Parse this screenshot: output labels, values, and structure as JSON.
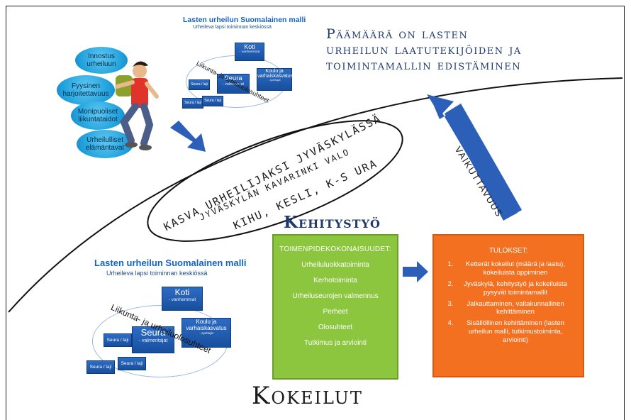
{
  "top_model": {
    "title": "Lasten urheilun Suomalainen malli",
    "subtitle": "Urheileva lapsi toiminnan keskiössä"
  },
  "bottom_model": {
    "title": "Lasten urheilun Suomalainen malli",
    "subtitle": "Urheileva lapsi toiminnan keskiössä"
  },
  "model_boxes": {
    "koti": "Koti",
    "koti_sub": "- vanhemmat",
    "koulu": "Koulu ja varhaiskasvatus",
    "koulu_sub": "- opettajat",
    "seura": "Seura",
    "seura_sub": "- valmentajat",
    "seura_laji": "Seura / laji",
    "arc_label": "Liikunta- ja urheiluolosuhteet"
  },
  "bubbles": [
    "Innostus urheiluun",
    "Fyysinen harjoitettavuus",
    "Monipuoliset liikuntataidot",
    "Urheilulliset elämäntavat"
  ],
  "goal": {
    "line1": "Päämäärä on lasten",
    "line2": "urheilun laatutekijöiden ja",
    "line3": "toimintamallin edistäminen"
  },
  "impact_label": "VAIKUTTAVUUS",
  "handwritten": {
    "line1": "KASVA URHEILIJAKSI JYVÄSKYLÄSSÄ",
    "line2": "JYVÄSKYLÄN KAVARINKI VALO",
    "line3": "KIHU, KESLI, K-S URA"
  },
  "kehitystyo": "Kehitystyö",
  "kokeilut": "Kokeilut",
  "green_box": {
    "heading": "TOIMENPIDEKOKONAISUUDET:",
    "items": [
      "Urheiluluokkatoiminta",
      "Kerhotoiminta",
      "Urheiluseurojen valmennus",
      "Perheet",
      "Olosuhteet",
      "Tutkimus ja arviointi"
    ]
  },
  "orange_box": {
    "heading": "TULOKSET:",
    "items": [
      "Ketterät kokeilut (määrä ja laatu), kokeiluista oppiminen",
      "Jyväskylä, kehitystyö ja kokeiluista pysyvät toimintamallit",
      "Jalkauttaminen, valtakunnallinen kehittäminen",
      "Sisällöllinen kehittäminen (lasten urheilun malli, tutkimustoiminta, arviointi)"
    ]
  },
  "colors": {
    "blue_arrow": "#2b5fb8",
    "green": "#8cc63f",
    "orange": "#f37021",
    "title_blue": "#1464c8"
  }
}
